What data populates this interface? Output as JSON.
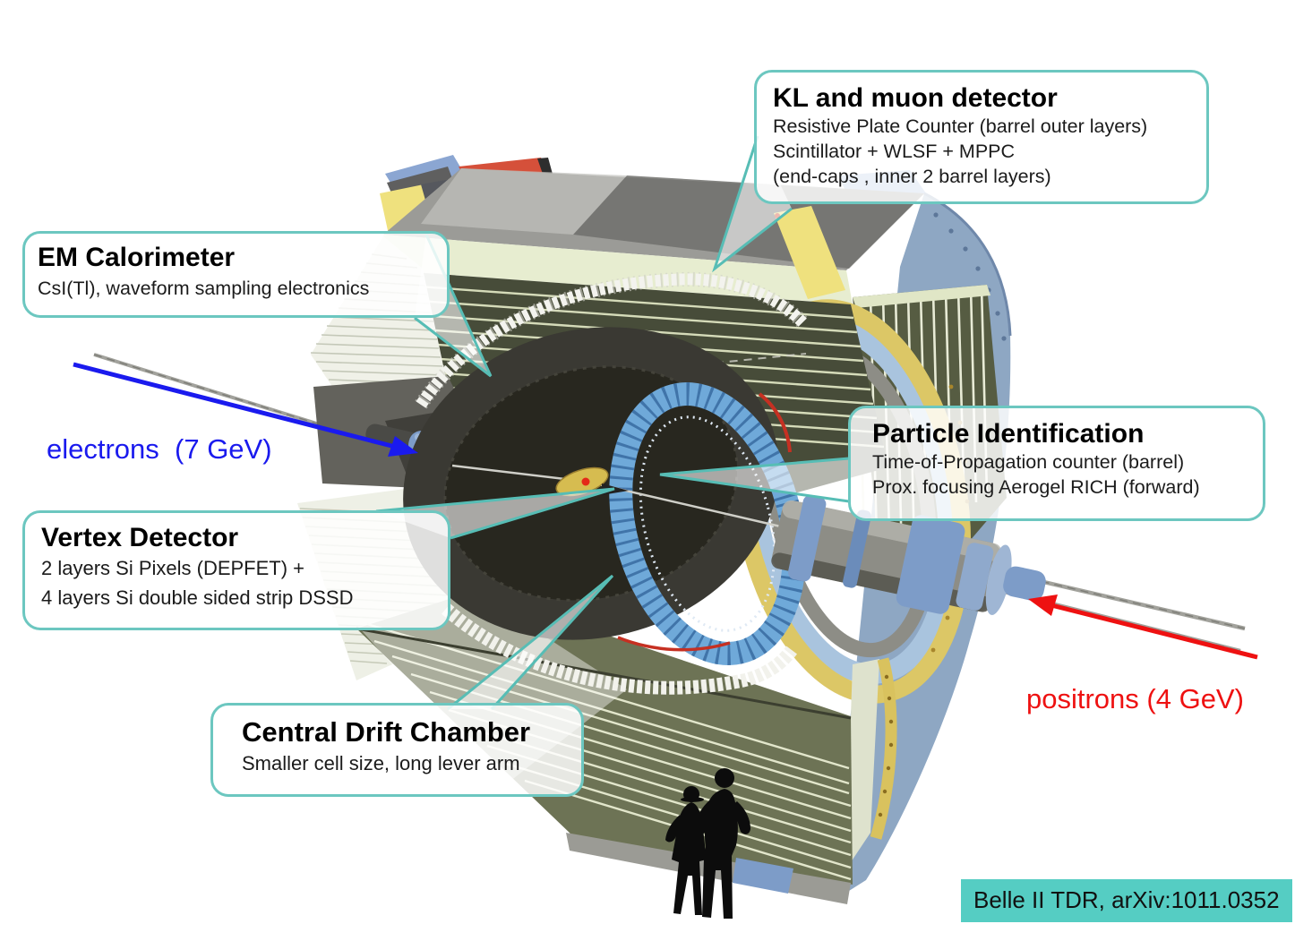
{
  "slide": {
    "background": "#ffffff"
  },
  "callouts": {
    "klm": {
      "title": "KL and muon detector",
      "lines": [
        "Resistive Plate Counter (barrel outer layers)",
        "Scintillator + WLSF + MPPC",
        "(end-caps , inner 2 barrel layers)"
      ]
    },
    "ecl": {
      "title": "EM Calorimeter",
      "lines": [
        "CsI(Tl), waveform sampling electronics"
      ]
    },
    "vxd": {
      "title": "Vertex Detector",
      "lines": [
        "2 layers Si Pixels (DEPFET) +",
        "4 layers Si double sided strip DSSD"
      ]
    },
    "pid": {
      "title": "Particle Identification",
      "lines": [
        "Time-of-Propagation counter (barrel)",
        "Prox. focusing Aerogel RICH (forward)"
      ]
    },
    "cdc": {
      "title": "Central Drift Chamber",
      "lines": [
        "Smaller cell size, long lever arm"
      ]
    }
  },
  "beams": {
    "electron_label": "electrons  (7 GeV)",
    "positron_label": "positrons (4 GeV)"
  },
  "citation": {
    "text": "Belle II TDR, arXiv:1011.0352"
  },
  "colors": {
    "callout_border": "#6cc7c0",
    "leader_line": "#57bdb5",
    "citation_background": "#55cdc3",
    "electron_blue": "#1a1aee",
    "positron_red": "#ee1111",
    "detector_panel_blue": "#8ea7c3",
    "detector_olive": "#474c39",
    "detector_sage": "#e7edd0",
    "detector_yellow": "#efe17e",
    "detector_gold": "#d9c25e",
    "detector_red_accent": "#d5503a"
  }
}
